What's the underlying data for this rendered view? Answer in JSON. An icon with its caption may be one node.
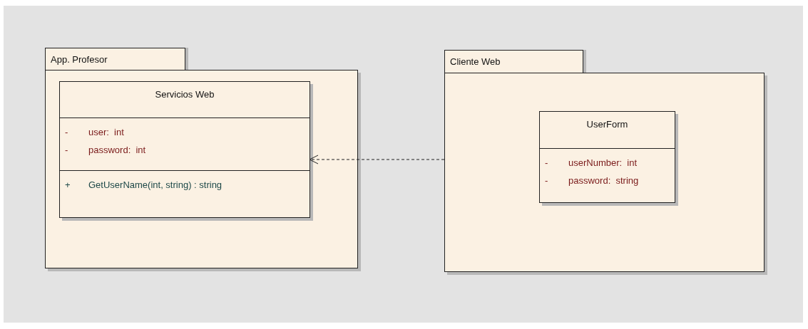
{
  "diagram": {
    "nodes": [
      {
        "text": [
          "App. Profesor"
        ]
      },
      {
        "text": [
          "Servicios Web",
          "-",
          "user:  int",
          "-",
          "password:  int",
          "+",
          "GetUserName(int, string) : string"
        ],
        "in": 0
      },
      {
        "text": [
          "Cliente Web"
        ]
      },
      {
        "text": [
          "UserForm",
          "-",
          "userNumber:  int",
          "-",
          "password:  string"
        ],
        "in": 2
      }
    ],
    "edges": [
      {
        "from": 2,
        "to": 1,
        "arrow": "to",
        "style": "dashed"
      }
    ]
  }
}
